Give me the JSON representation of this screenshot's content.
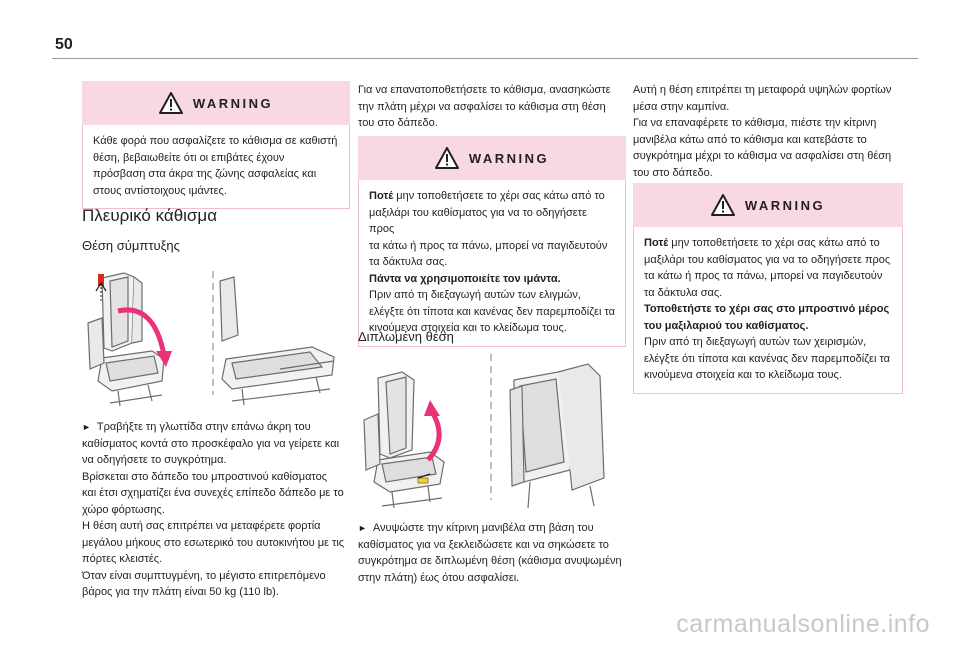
{
  "page_number": "50",
  "col1": {
    "warning": {
      "title": "WARNING",
      "text": "Κάθε φορά που ασφαλίζετε το κάθισμα σε καθιστή θέση, βεβαιωθείτε ότι οι επιβάτες έχουν πρόσβαση στα άκρα της ζώνης ασφαλείας και στους αντίστοιχους ιμάντες."
    },
    "section_title": "Πλευρικό κάθισμα",
    "subsection_title": "Θέση σύμπτυξης",
    "body_lines": [
      "Τραβήξτε τη γλωττίδα στην επάνω άκρη του",
      "καθίσματος κοντά στο προσκέφαλο για να γείρετε και",
      "να οδηγήσετε το συγκρότημα.",
      "Βρίσκεται στο δάπεδο του μπροστινού καθίσματος",
      "και έτσι σχηματίζει ένα συνεχές επίπεδο δάπεδο με το",
      "χώρο φόρτωσης.",
      "Η θέση αυτή σας επιτρέπει να μεταφέρετε φορτία",
      "μεγάλου μήκους στο εσωτερικό του αυτοκινήτου με τις",
      "πόρτες κλειστές.",
      "Όταν είναι συμπτυγμένη, το μέγιστο επιτρεπόμενο",
      "βάρος για την πλάτη είναι 50 kg (110 lb)."
    ]
  },
  "col2": {
    "intro_lines": [
      "Για να επανατοποθετήσετε το κάθισμα, ανασηκώστε",
      "την πλάτη μέχρι να ασφαλίσει το κάθισμα στη θέση",
      "του στο δάπεδο."
    ],
    "warning": {
      "title": "WARNING",
      "lines": [
        {
          "bold": "Ποτέ",
          "rest": " μην τοποθετήσετε το χέρι σας κάτω από το"
        },
        {
          "bold": "",
          "rest": "μαξιλάρι του καθίσματος για να το οδηγήσετε προς"
        },
        {
          "bold": "",
          "rest": "τα κάτω ή προς τα πάνω, μπορεί να παγιδευτούν"
        },
        {
          "bold": "",
          "rest": "τα δάκτυλα σας."
        },
        {
          "bold": "Πάντα να χρησιμοποιείτε τον ιμάντα.",
          "rest": ""
        },
        {
          "bold": "",
          "rest": "Πριν από τη διεξαγωγή αυτών των ελιγμών,"
        },
        {
          "bold": "",
          "rest": "ελέγξτε ότι τίποτα και κανένας δεν παρεμποδίζει τα"
        },
        {
          "bold": "",
          "rest": "κινούμενα στοιχεία και το κλείδωμα τους."
        }
      ]
    },
    "subsection_title": "Διπλωμένη θέση",
    "body_lines": [
      "Ανυψώστε την κίτρινη μανιβέλα στη βάση του",
      "καθίσματος για να ξεκλειδώσετε και να σηκώσετε το",
      "συγκρότημα σε διπλωμένη θέση (κάθισμα ανυψωμένη",
      "στην πλάτη) έως ότου ασφαλίσει."
    ]
  },
  "col3": {
    "intro_lines": [
      "Αυτή η θέση επιτρέπει τη μεταφορά υψηλών φορτίων",
      "μέσα στην καμπίνα.",
      "Για να επαναφέρετε το κάθισμα, πιέστε την κίτρινη",
      "μανιβέλα κάτω από το κάθισμα και κατεβάστε το",
      "συγκρότημα μέχρι το κάθισμα να ασφαλίσει στη θέση",
      "του στο δάπεδο."
    ],
    "warning": {
      "title": "WARNING",
      "lines": [
        {
          "bold": "Ποτέ",
          "rest": " μην τοποθετήσετε το χέρι σας κάτω από το"
        },
        {
          "bold": "",
          "rest": "μαξιλάρι του καθίσματος για να το οδηγήσετε προς"
        },
        {
          "bold": "",
          "rest": "τα κάτω ή προς τα πάνω, μπορεί να παγιδευτούν"
        },
        {
          "bold": "",
          "rest": "τα δάκτυλα σας."
        },
        {
          "bold": "Τοποθετήστε το χέρι σας στο μπροστινό μέρος",
          "rest": ""
        },
        {
          "bold": "του μαξιλαριού του καθίσματος.",
          "rest": ""
        },
        {
          "bold": "",
          "rest": "Πριν από τη διεξαγωγή αυτών των χειρισμών,"
        },
        {
          "bold": "",
          "rest": "ελέγξτε ότι τίποτα και κανένας δεν παρεμποδίζει τα"
        },
        {
          "bold": "",
          "rest": "κινούμενα στοιχεία και το κλείδωμα τους."
        }
      ]
    }
  },
  "watermark": "carmanualsonline.info",
  "colors": {
    "warning_bg": "#f9d8e6",
    "warning_border": "#f2bcd3",
    "arrow_pink": "#e8337a",
    "tab_red": "#d9291c"
  }
}
